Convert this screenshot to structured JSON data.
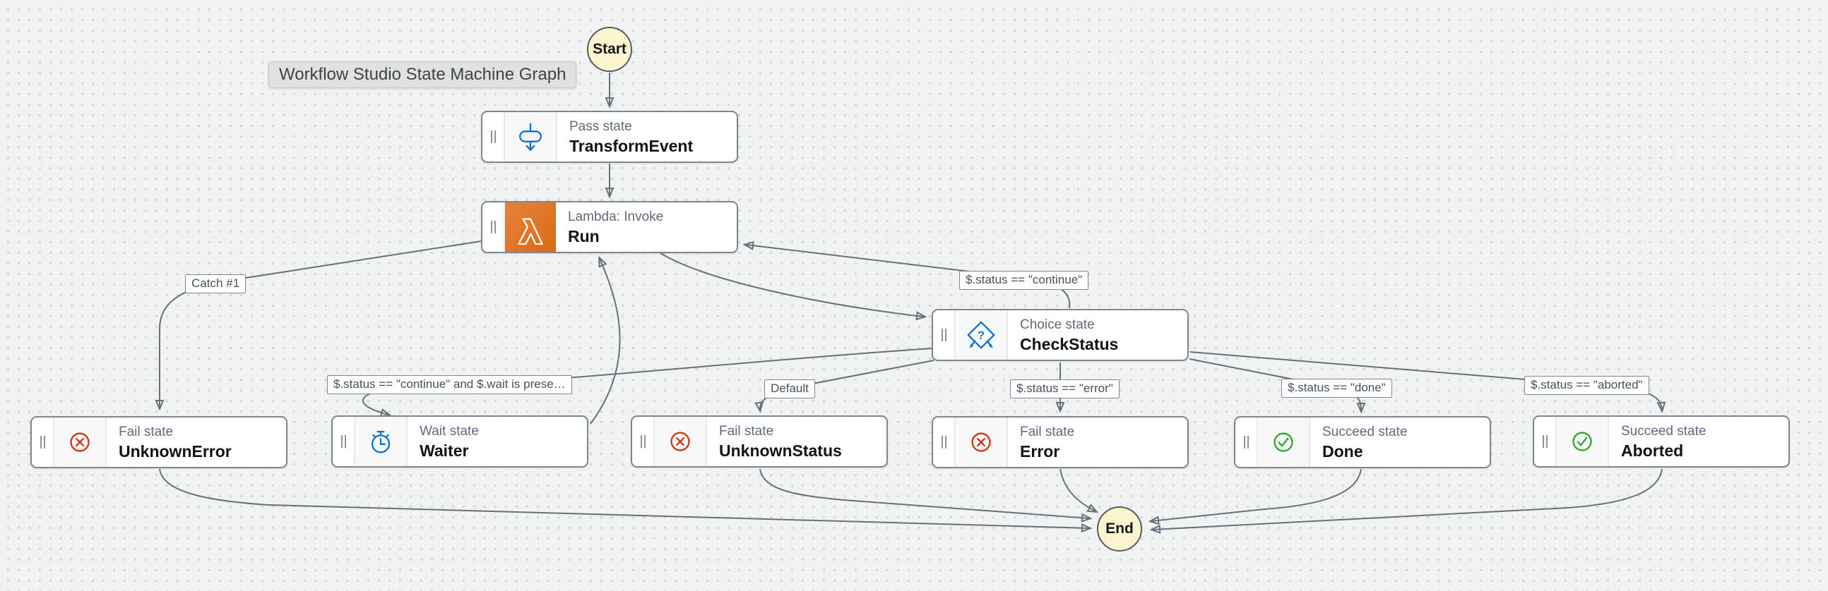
{
  "tooltip": "Workflow Studio State Machine Graph",
  "terminals": {
    "start": "Start",
    "end": "End"
  },
  "nodes": {
    "transform": {
      "type_label": "Pass state",
      "name": "TransformEvent",
      "icon": "pass-icon"
    },
    "run": {
      "type_label": "Lambda: Invoke",
      "name": "Run",
      "icon": "lambda-icon"
    },
    "check": {
      "type_label": "Choice state",
      "name": "CheckStatus",
      "icon": "choice-icon"
    },
    "unknown_error": {
      "type_label": "Fail state",
      "name": "UnknownError",
      "icon": "fail-icon"
    },
    "waiter": {
      "type_label": "Wait state",
      "name": "Waiter",
      "icon": "wait-icon"
    },
    "unknown_status": {
      "type_label": "Fail state",
      "name": "UnknownStatus",
      "icon": "fail-icon"
    },
    "error": {
      "type_label": "Fail state",
      "name": "Error",
      "icon": "fail-icon"
    },
    "done": {
      "type_label": "Succeed state",
      "name": "Done",
      "icon": "succeed-icon"
    },
    "aborted": {
      "type_label": "Succeed state",
      "name": "Aborted",
      "icon": "succeed-icon"
    }
  },
  "edge_labels": {
    "catch1": "Catch #1",
    "continue": "$.status == \"continue\"",
    "continue_wait": "$.status == \"continue\" and $.wait is prese…",
    "default": "Default",
    "error": "$.status == \"error\"",
    "done": "$.status == \"done\"",
    "aborted": "$.status == \"aborted\""
  },
  "edges": [
    {
      "from": "Start",
      "to": "TransformEvent",
      "label": ""
    },
    {
      "from": "TransformEvent",
      "to": "Run",
      "label": ""
    },
    {
      "from": "Run",
      "to": "CheckStatus",
      "label": ""
    },
    {
      "from": "CheckStatus",
      "to": "Run",
      "label": "$.status == \"continue\""
    },
    {
      "from": "Run",
      "to": "UnknownError",
      "label": "Catch #1"
    },
    {
      "from": "Waiter",
      "to": "Run",
      "label": ""
    },
    {
      "from": "CheckStatus",
      "to": "Waiter",
      "label": "$.status == \"continue\" and $.wait is prese…"
    },
    {
      "from": "CheckStatus",
      "to": "UnknownStatus",
      "label": "Default"
    },
    {
      "from": "CheckStatus",
      "to": "Error",
      "label": "$.status == \"error\""
    },
    {
      "from": "CheckStatus",
      "to": "Done",
      "label": "$.status == \"done\""
    },
    {
      "from": "CheckStatus",
      "to": "Aborted",
      "label": "$.status == \"aborted\""
    },
    {
      "from": "UnknownError",
      "to": "End",
      "label": ""
    },
    {
      "from": "UnknownStatus",
      "to": "End",
      "label": ""
    },
    {
      "from": "Error",
      "to": "End",
      "label": ""
    },
    {
      "from": "Done",
      "to": "End",
      "label": ""
    },
    {
      "from": "Aborted",
      "to": "End",
      "label": ""
    }
  ],
  "colors": {
    "canvas_bg": "#F1F2F2",
    "grid_dot": "#D4D8D9",
    "edge": "#66707C",
    "node_border": "#7C8793",
    "state_type_text": "#5F6B7A",
    "state_name_text": "#101418",
    "accent_blue": "#0972D3",
    "fail_red": "#D13212",
    "succeed_green": "#2BA62E",
    "lambda_orange_start": "#E6823C",
    "lambda_orange_end": "#DA6A12",
    "terminal_fill": "#FAF4CF",
    "terminal_border": "#565B61",
    "tooltip_bg": "#E0E1E1"
  }
}
